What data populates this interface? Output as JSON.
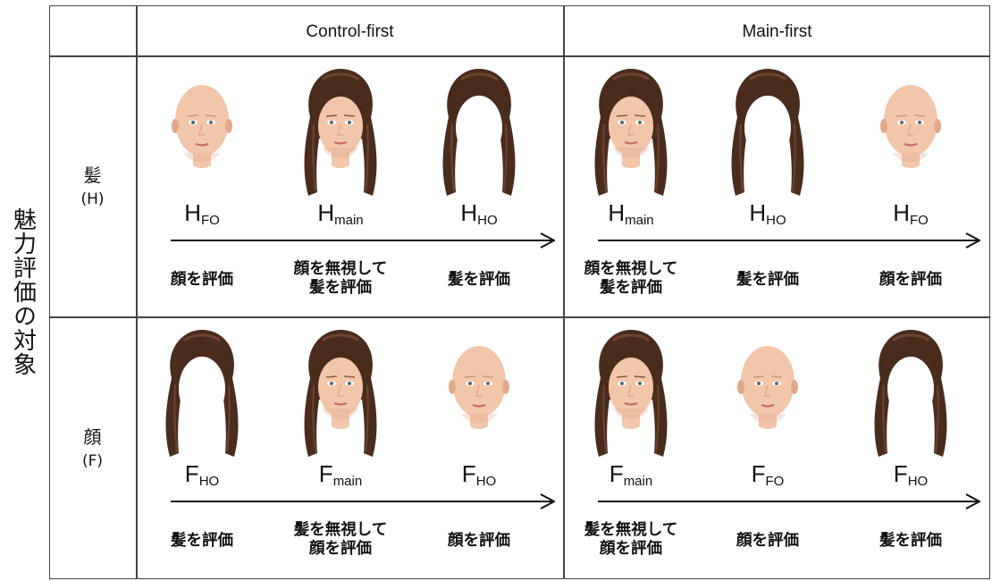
{
  "side_label": "魅力評価の対象",
  "columns": [
    "Control-first",
    "Main-first"
  ],
  "rows": [
    {
      "name": "髪",
      "code": "(H)",
      "blocks": [
        {
          "items": [
            {
              "img": "bald",
              "base": "H",
              "sub": "FO",
              "caption": [
                "顔を評価"
              ]
            },
            {
              "img": "full",
              "base": "H",
              "sub": "main",
              "caption": [
                "顔を無視して",
                "髪を評価"
              ]
            },
            {
              "img": "hair",
              "base": "H",
              "sub": "HO",
              "caption": [
                "髪を評価"
              ]
            }
          ]
        },
        {
          "items": [
            {
              "img": "full",
              "base": "H",
              "sub": "main",
              "caption": [
                "顔を無視して",
                "髪を評価"
              ]
            },
            {
              "img": "hair",
              "base": "H",
              "sub": "HO",
              "caption": [
                "髪を評価"
              ]
            },
            {
              "img": "bald",
              "base": "H",
              "sub": "FO",
              "caption": [
                "顔を評価"
              ]
            }
          ]
        }
      ]
    },
    {
      "name": "顔",
      "code": "(F)",
      "blocks": [
        {
          "items": [
            {
              "img": "hair",
              "base": "F",
              "sub": "HO",
              "caption": [
                "髪を評価"
              ]
            },
            {
              "img": "full",
              "base": "F",
              "sub": "main",
              "caption": [
                "髪を無視して",
                "顔を評価"
              ]
            },
            {
              "img": "bald",
              "base": "F",
              "sub": "HO",
              "caption": [
                "顔を評価"
              ]
            }
          ]
        },
        {
          "items": [
            {
              "img": "full",
              "base": "F",
              "sub": "main",
              "caption": [
                "髪を無視して",
                "顔を評価"
              ]
            },
            {
              "img": "bald",
              "base": "F",
              "sub": "FO",
              "caption": [
                "顔を評価"
              ]
            },
            {
              "img": "hair",
              "base": "F",
              "sub": "HO",
              "caption": [
                "髪を評価"
              ]
            }
          ]
        }
      ]
    }
  ],
  "colors": {
    "skin": "#f2c6ab",
    "skin_shade": "#e0a98a",
    "hair": "#4a2c1c",
    "hair_light": "#6e4430",
    "grid": "#444444"
  }
}
